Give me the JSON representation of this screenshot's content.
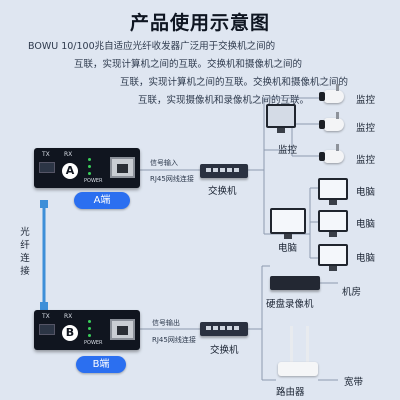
{
  "title": "产品使用示意图",
  "description": [
    "BOWU 10/100兆自适应光纤收发器广泛用于交换机之间的",
    "互联，实现计算机之间的互联。交换机和摄像机之间的",
    "互联，实现计算机之间的互联。交换机和摄像机之间的",
    "互联，实现摄像机和录像机之间的互联。"
  ],
  "converter_a": {
    "port_tx": "TX",
    "port_rx": "RX",
    "badge": "A",
    "end_label": "A端",
    "power_label": "POWER"
  },
  "converter_b": {
    "port_tx": "TX",
    "port_rx": "RX",
    "badge": "B",
    "end_label": "B端",
    "power_label": "POWER"
  },
  "fiber_label": [
    "光",
    "纤",
    "连",
    "接"
  ],
  "top_link": {
    "signal": "信号输入",
    "cable": "RJ45网线连接"
  },
  "bottom_link": {
    "signal": "信号输出",
    "cable": "RJ45网线连接"
  },
  "switch_top_label": "交换机",
  "switch_bottom_label": "交换机",
  "monitor_group_label": "监控",
  "camera_labels": [
    "监控",
    "监控",
    "监控"
  ],
  "pc_group_label": "电脑",
  "pc_labels": [
    "电脑",
    "电脑",
    "电脑"
  ],
  "nvr_label": "硬盘录像机",
  "machine_room_label": "机房",
  "router_label": "路由器",
  "broadband_label": "宽带"
}
